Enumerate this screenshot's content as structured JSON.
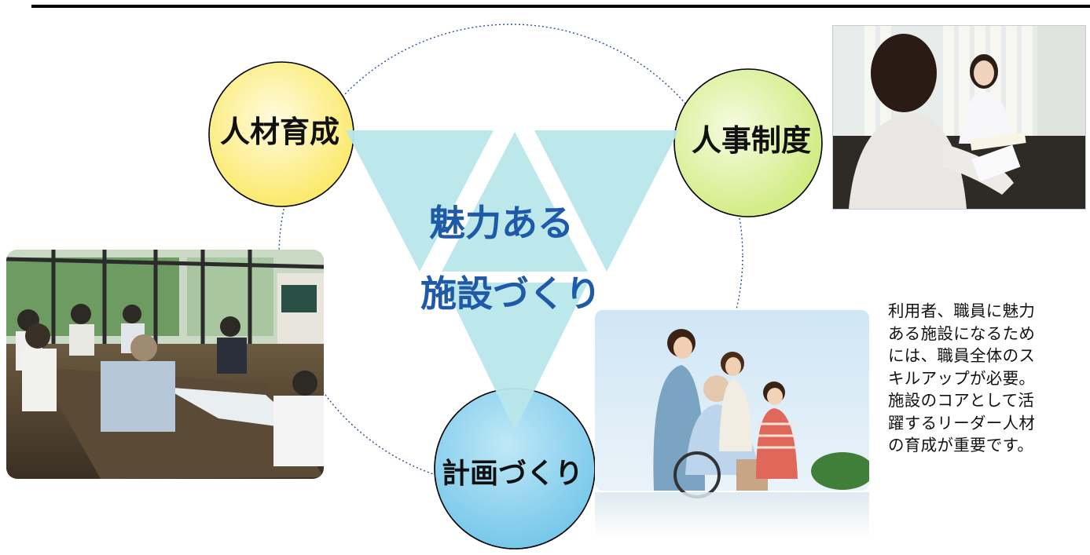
{
  "diagram": {
    "center_line1": "魅力ある",
    "center_line2": "施設づくり",
    "node_left": "人材育成",
    "node_right": "人事制度",
    "node_bottom": "計画づくり"
  },
  "description_lines": [
    "利用者、職員に魅力",
    "ある施設になるため",
    "には、職員全体のス",
    "キルアップが必要。",
    "施設のコアとして活",
    "躍するリーダー人材",
    "の育成が重要です。"
  ],
  "colors": {
    "node_left": "#fbf07a",
    "node_right": "#d9f08a",
    "node_bottom": "#8fd3ef",
    "triangle": "#b8e6ea",
    "center_text": "#1f5aa8"
  }
}
